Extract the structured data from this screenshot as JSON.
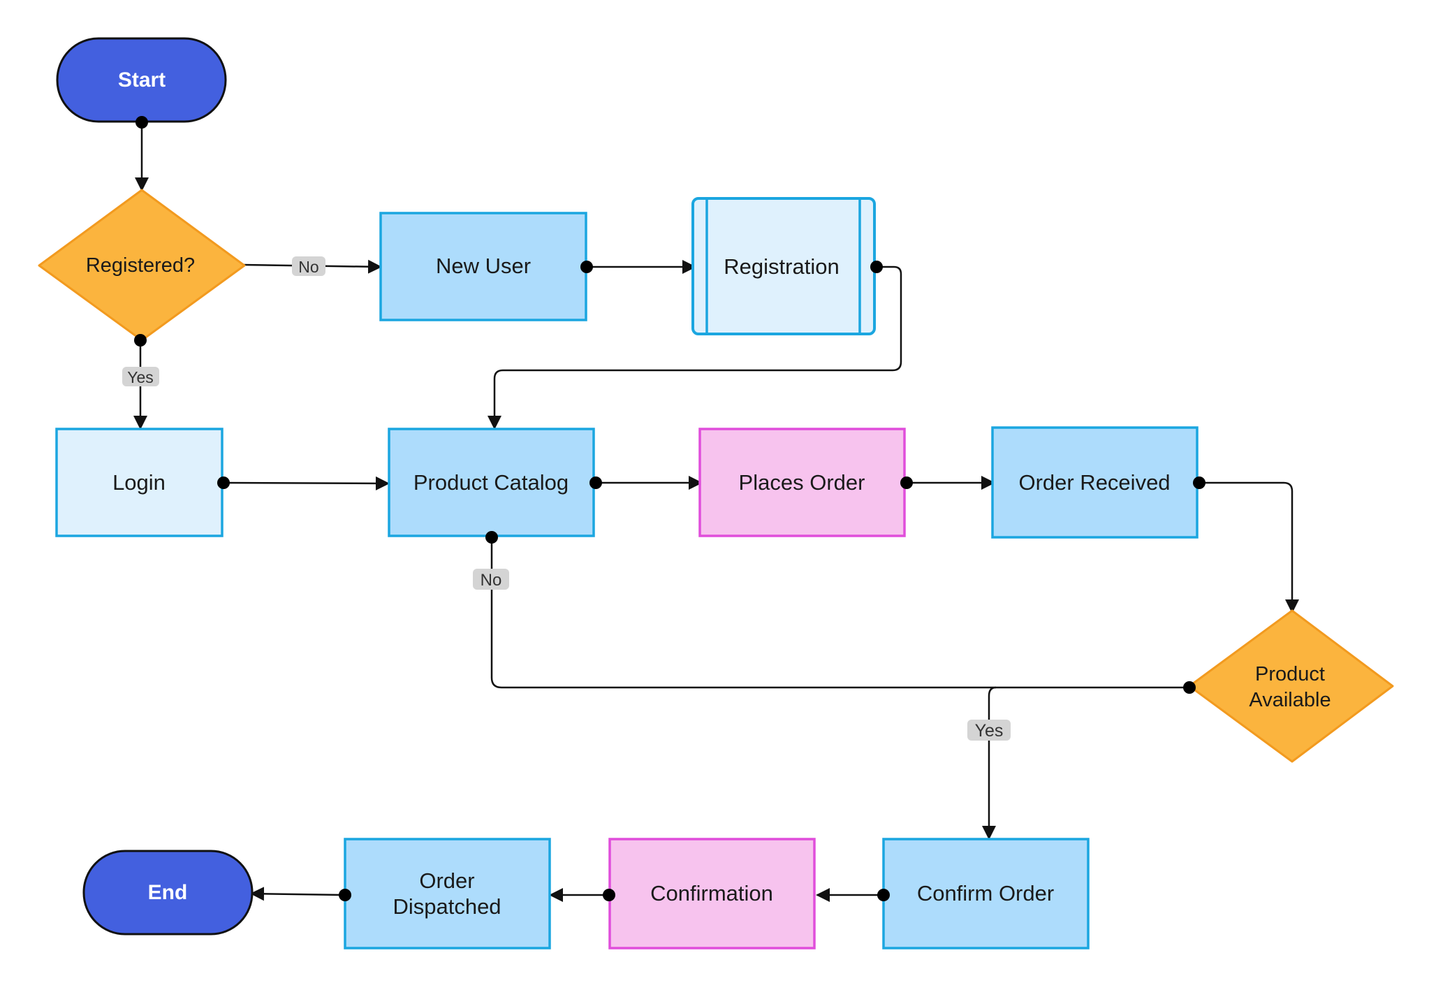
{
  "nodes": {
    "start": "Start",
    "registered": "Registered?",
    "new_user": "New User",
    "registration": "Registration",
    "login": "Login",
    "product_catalog": "Product Catalog",
    "places_order": "Places Order",
    "order_received": "Order Received",
    "product_available_1": "Product",
    "product_available_2": "Available",
    "confirm_order": "Confirm Order",
    "confirmation": "Confirmation",
    "order_dispatched_1": "Order",
    "order_dispatched_2": "Dispatched",
    "end": "End"
  },
  "edge_labels": {
    "registered_no": "No",
    "registered_yes": "Yes",
    "catalog_no": "No",
    "available_yes": "Yes"
  },
  "colors": {
    "terminal_fill": "#4360DF",
    "decision_fill": "#FBB43E",
    "process_fill": "#ADDCFC",
    "process_light_fill": "#DFF1FD",
    "process_border": "#1BA6E0",
    "highlight_fill": "#F7C3EE",
    "highlight_border": "#E04EDB"
  }
}
